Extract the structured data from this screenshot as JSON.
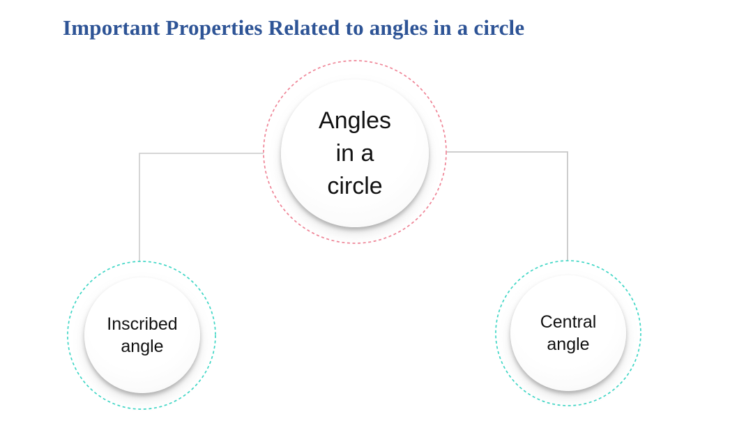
{
  "page": {
    "background_color": "#ffffff"
  },
  "title": {
    "text": "Important Properties Related to angles in a circle",
    "color": "#2E5496"
  },
  "diagram": {
    "type": "hierarchy",
    "connector_color": "#C8C8C8",
    "root_node": {
      "label": "Angles in a circle",
      "lines": [
        "Angles",
        "in a",
        "circle"
      ],
      "ring_color": "#EF8496",
      "fill_color": "#FFFFFF"
    },
    "child_nodes": [
      {
        "label": "Inscribed angle",
        "lines": [
          "Inscribed",
          "angle"
        ],
        "ring_color": "#3FD6C5",
        "fill_color": "#FFFFFF"
      },
      {
        "label": "Central angle",
        "lines": [
          "Central",
          "angle"
        ],
        "ring_color": "#3FD6C5",
        "fill_color": "#FFFFFF"
      }
    ]
  }
}
